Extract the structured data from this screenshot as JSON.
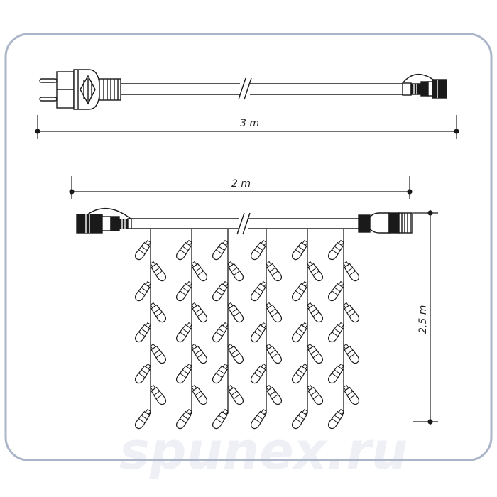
{
  "dimensions": {
    "cable_length": "3 m",
    "curtain_width": "2 m",
    "curtain_height": "2,5 m"
  },
  "watermark": "spunex.ru",
  "colors": {
    "frame": "#aab5c8",
    "line": "#1a1a1a",
    "watermark": "#eef0f5"
  }
}
